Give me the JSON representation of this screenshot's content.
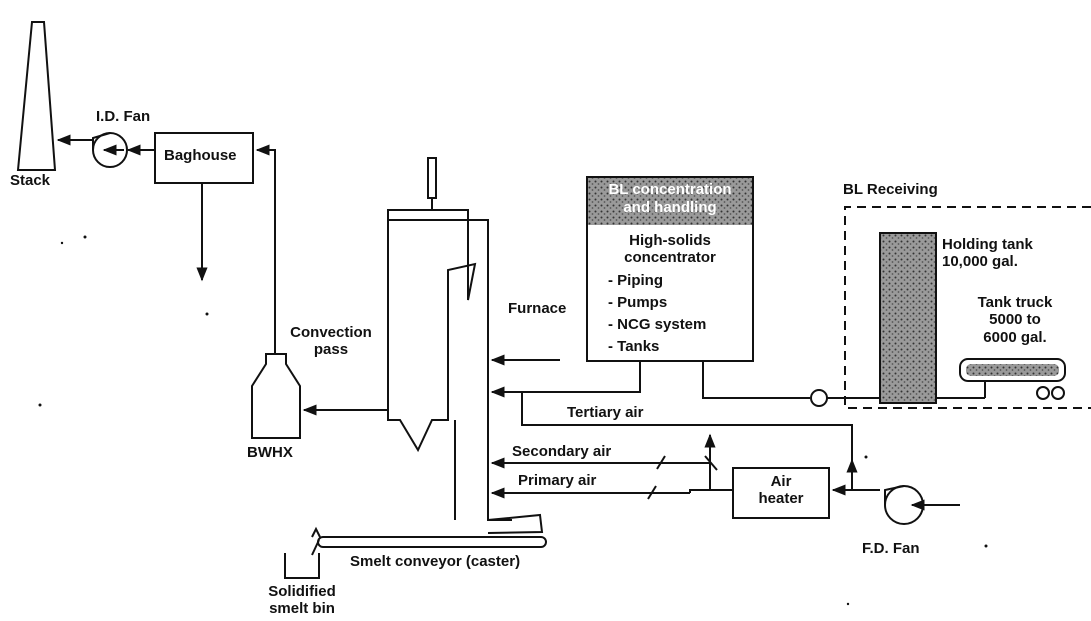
{
  "labels": {
    "stack": "Stack",
    "id_fan": "I.D. Fan",
    "baghouse": "Baghouse",
    "bwhx": "BWHX",
    "convection_pass_1": "Convection",
    "convection_pass_2": "pass",
    "furnace": "Furnace",
    "bl_conc_1": "BL concentration",
    "bl_conc_2": "and handling",
    "hs_conc_1": "High-solids",
    "hs_conc_2": "concentrator",
    "items": [
      "- Piping",
      "- Pumps",
      "- NCG system",
      "- Tanks"
    ],
    "bl_receiving": "BL Receiving",
    "holding_tank_1": "Holding tank",
    "holding_tank_2": "10,000 gal.",
    "tank_truck_1": "Tank truck",
    "tank_truck_2": "5000 to",
    "tank_truck_3": "6000 gal.",
    "tertiary_air": "Tertiary air",
    "secondary_air": "Secondary air",
    "primary_air": "Primary air",
    "air_heater_1": "Air",
    "air_heater_2": "heater",
    "fd_fan": "F.D. Fan",
    "smelt_conveyor": "Smelt conveyor (caster)",
    "smelt_bin_1": "Solidified",
    "smelt_bin_2": "smelt bin"
  }
}
